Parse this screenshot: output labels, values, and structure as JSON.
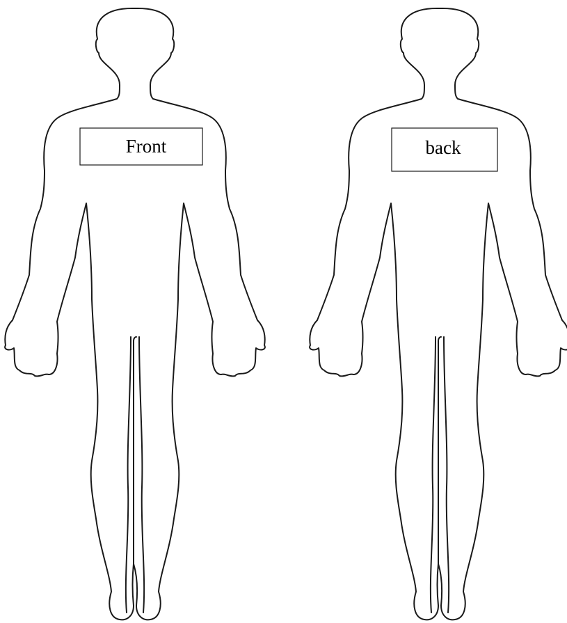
{
  "figures": [
    {
      "id": "front",
      "label": "Front"
    },
    {
      "id": "back",
      "label": "back"
    }
  ]
}
